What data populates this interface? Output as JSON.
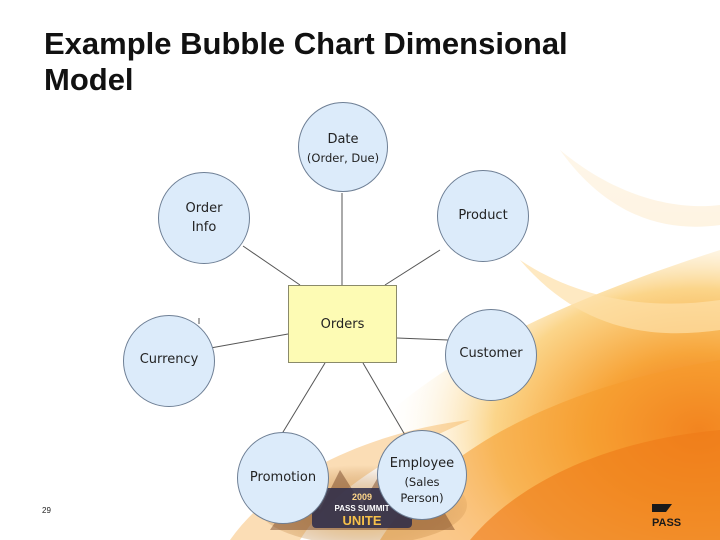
{
  "slide": {
    "title": "Example Bubble Chart Dimensional Model",
    "number": "29"
  },
  "fact": {
    "label": "Orders"
  },
  "dimensions": [
    {
      "id": "date",
      "label": "Date",
      "sublabel": "(Order, Due)"
    },
    {
      "id": "order-info",
      "label": "Order",
      "label2": "Info"
    },
    {
      "id": "product",
      "label": "Product"
    },
    {
      "id": "currency",
      "label": "Currency"
    },
    {
      "id": "customer",
      "label": "Customer"
    },
    {
      "id": "promotion",
      "label": "Promotion"
    },
    {
      "id": "employee",
      "label": "Employee",
      "sublabel": "(Sales",
      "sublabel2": "Person)"
    }
  ],
  "colors": {
    "bubble_fill": "#dcebfa",
    "fact_fill": "#fdfbb4",
    "accent_orange": "#f08a1c"
  },
  "branding": {
    "event_logo": "PASS SUMMIT 2009 UNITE",
    "pass_logo": "PASS"
  }
}
